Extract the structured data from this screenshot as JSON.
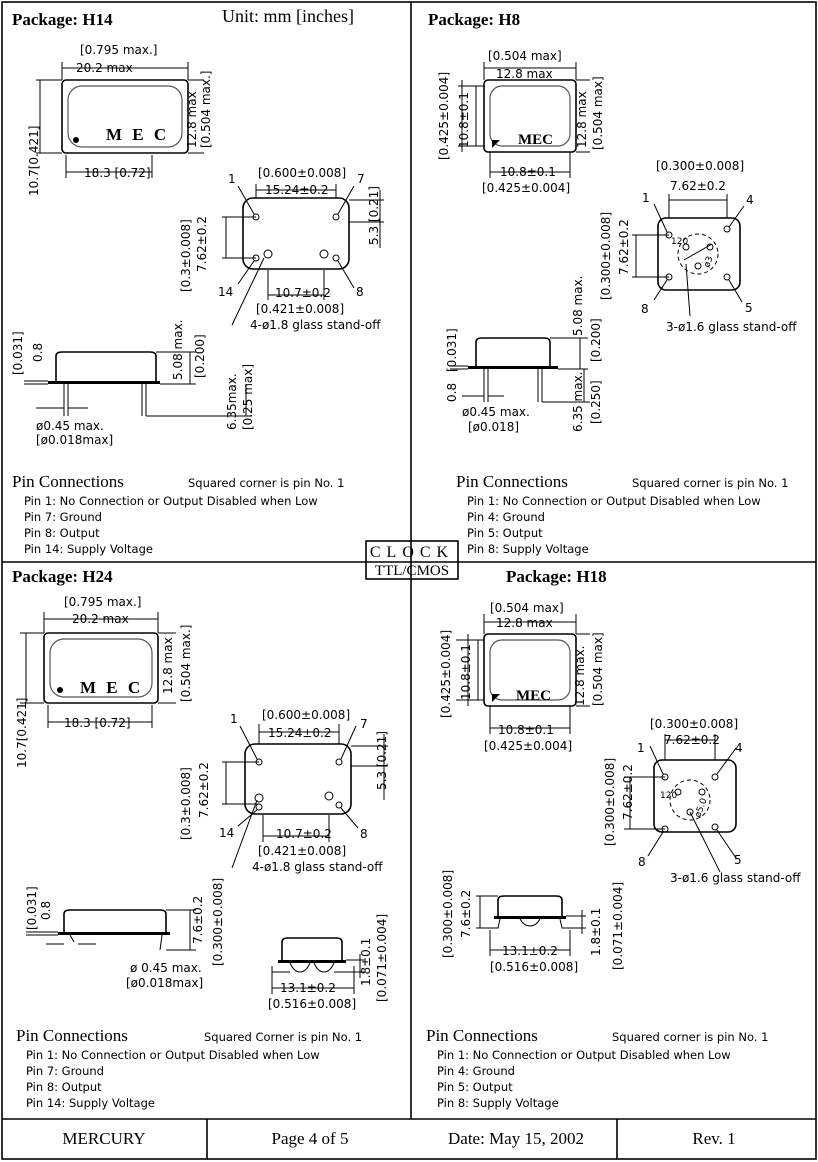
{
  "header": {
    "unit": "Unit: mm [inches]"
  },
  "clock_label": {
    "line1": "CLOCK",
    "line2": "TTL/CMOS"
  },
  "packages": {
    "h14": {
      "title": "Package: H14",
      "dims": [
        "[0.795 max.]",
        "20.2 max",
        "12.8 max",
        "[0.504 max.]",
        "10.7[0.421]",
        "18.3 [0.72]",
        "[0.600±0.008]",
        "15.24±0.2",
        "1",
        "7",
        "5.3 [0.21]",
        "[0.3±0.008]",
        "7.62±0.2",
        "14",
        "8",
        "10.7±0.2",
        "[0.421±0.008]",
        "4-ø1.8 glass stand-off",
        "[0.031]",
        "0.8",
        "5.08 max.",
        "[0.200]",
        "ø0.45 max.",
        "[ø0.018max]",
        "6.35max.",
        "[0.25 max]"
      ],
      "marking": "M E C",
      "pin_heading": "Pin Connections",
      "pin_note": "Squared corner is pin No. 1",
      "pins": [
        "Pin 1: No Connection or Output Disabled when Low",
        "Pin 7: Ground",
        "Pin 8: Output",
        "Pin 14: Supply Voltage"
      ]
    },
    "h8": {
      "title": "Package: H8",
      "dims": [
        "[0.504 max]",
        "12.8 max",
        "[0.425±0.004]",
        "10.8±0.1",
        "12.8 max",
        "[0.504 max]",
        "10.8±0.1",
        "[0.425±0.004]",
        "[0.300±0.008]",
        "7.62±0.2",
        "1",
        "4",
        "[0.300±0.008]",
        "7.62±0.2",
        "120",
        "ø3",
        "8",
        "5",
        "3-ø1.6 glass stand-off",
        "[0.031]",
        "0.8",
        "5.08 max.",
        "[0.200]",
        "ø0.45 max.",
        "[ø0.018]",
        "6.35 max.",
        "[0.250]"
      ],
      "marking": "MEC",
      "pin_heading": "Pin Connections",
      "pin_note": "Squared corner is pin No. 1",
      "pins": [
        "Pin 1: No Connection or Output Disabled when Low",
        "Pin 4: Ground",
        "Pin 5: Output",
        "Pin 8: Supply Voltage"
      ]
    },
    "h24": {
      "title": "Package: H24",
      "dims": [
        "[0.795 max.]",
        "20.2 max",
        "12.8 max",
        "[0.504 max.]",
        "10.7[0.421]",
        "18.3 [0.72]",
        "[0.600±0.008]",
        "15.24±0.2",
        "1",
        "7",
        "5.3 [0.21]",
        "[0.3±0.008]",
        "7.62±0.2",
        "14",
        "8",
        "10.7±0.2",
        "[0.421±0.008]",
        "4-ø1.8 glass stand-off",
        "[0.031]",
        "0.8",
        "7.6±0.2",
        "[0.300±0.008]",
        "ø 0.45 max.",
        "[ø0.018max]",
        "1.8±0.1",
        "[0.071±0.004]",
        "13.1±0.2",
        "[0.516±0.008]"
      ],
      "marking": "M E C",
      "pin_heading": "Pin Connections",
      "pin_note": "Squared Corner is pin No. 1",
      "pins": [
        "Pin 1: No Connection or Output Disabled when Low",
        "Pin 7: Ground",
        "Pin 8: Output",
        "Pin 14: Supply Voltage"
      ]
    },
    "h18": {
      "title": "Package: H18",
      "dims": [
        "[0.504 max]",
        "12.8 max",
        "[0.425±0.004]",
        "10.8±0.1",
        "12.8 max.",
        "[0.504 max]",
        "10.8±0.1",
        "[0.425±0.004]",
        "[0.300±0.008]",
        "7.62±0.2",
        "1",
        "4",
        "[0.300±0.008]",
        "7.62±0.2",
        "120",
        "ø5.0",
        "8",
        "5",
        "3-ø1.6 glass stand-off",
        "[0.300±0.008]",
        "7.6±0.2",
        "13.1±0.2",
        "[0.516±0.008]",
        "1.8±0.1",
        "[0.071±0.004]"
      ],
      "marking": "MEC",
      "pin_heading": "Pin Connections",
      "pin_note": "Squared corner is pin No. 1",
      "pins": [
        "Pin 1: No Connection or Output Disabled when Low",
        "Pin 4: Ground",
        "Pin 5: Output",
        "Pin 8: Supply Voltage"
      ]
    }
  },
  "footer": {
    "company": "MERCURY",
    "page": "Page 4 of 5",
    "date": "Date: May 15, 2002",
    "rev": "Rev. 1"
  }
}
